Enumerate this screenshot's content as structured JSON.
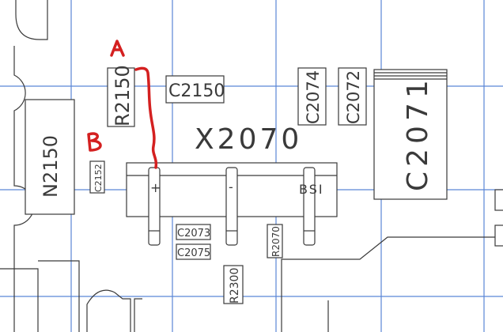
{
  "components": {
    "n2150": "N2150",
    "r2150": "R2150",
    "c2150": "C2150",
    "c2074": "C2074",
    "c2072": "C2072",
    "c2071": "C2071",
    "x2070": "X2070",
    "c2152": "C2152",
    "c2073": "C2073",
    "c2075": "C2075",
    "r2070": "R2070",
    "r2300": "R2300"
  },
  "connector_pins": {
    "plus": "+",
    "minus": "-",
    "bsi": "BSI"
  },
  "annotations": {
    "a": "A",
    "b": "B"
  },
  "colors": {
    "grid": "#5b86d6",
    "ink": "#3a3a3a",
    "annotation": "#d42020"
  }
}
